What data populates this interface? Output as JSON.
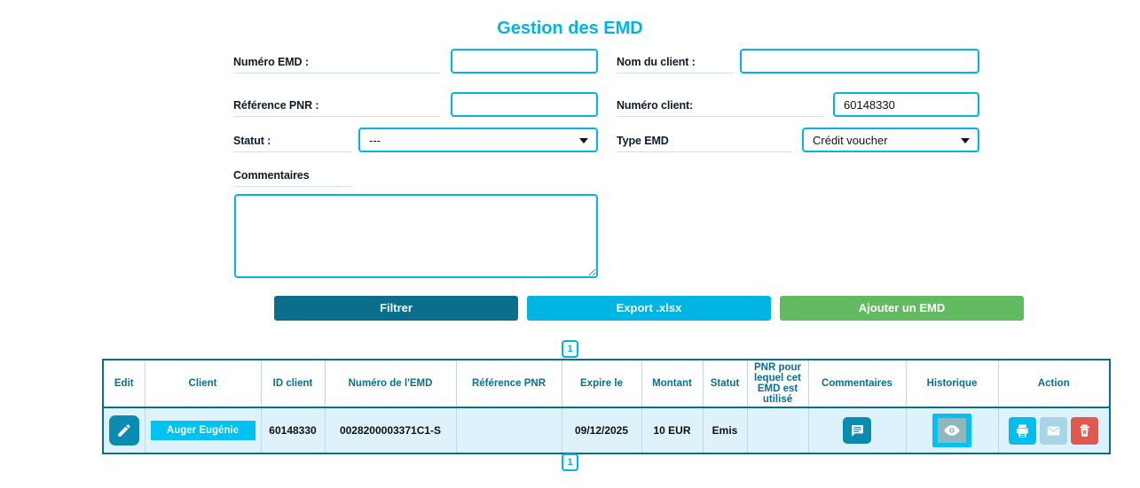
{
  "page": {
    "title": "Gestion des EMD",
    "accent_cyan": "#00b5e2",
    "accent_teal": "#0a6e8c",
    "accent_green": "#62bb61",
    "accent_red": "#e0584f",
    "row_bg": "#ddf2fa"
  },
  "form": {
    "numero_emd": {
      "label": "Numéro EMD :",
      "value": "",
      "placeholder": ""
    },
    "nom_client": {
      "label": "Nom du client :",
      "value": "",
      "placeholder": ""
    },
    "reference_pnr": {
      "label": "Référence PNR :",
      "value": "",
      "placeholder": ""
    },
    "numero_client": {
      "label": "Numéro client:",
      "value": "60148330",
      "placeholder": ""
    },
    "statut": {
      "label": "Statut :",
      "selected": "---",
      "options": [
        "---"
      ]
    },
    "type_emd": {
      "label": "Type EMD",
      "selected": "Crédit voucher",
      "options": [
        "Crédit voucher"
      ]
    },
    "commentaires": {
      "label": "Commentaires",
      "value": "",
      "placeholder": ""
    }
  },
  "buttons": {
    "filtrer": "Filtrer",
    "export": "Export .xlsx",
    "ajouter": "Ajouter un EMD"
  },
  "pagination": {
    "top_page": "1",
    "bottom_page": "1"
  },
  "table": {
    "headers": [
      "Edit",
      "Client",
      "ID client",
      "Numéro de l'EMD",
      "Référence PNR",
      "Expire le",
      "Montant",
      "Statut",
      "PNR pour lequel cet EMD est utilisé",
      "Commentaires",
      "Historique",
      "Action"
    ],
    "rows": [
      {
        "edit": "edit-pencil-icon",
        "client": "Auger Eugénie",
        "id_client": "60148330",
        "numero_emd": "0028200003371C1-S",
        "reference_pnr": "",
        "expire_le": "09/12/2025",
        "montant": "10 EUR",
        "statut": "Emis",
        "pnr_utilise": "",
        "commentaires": "comment-icon",
        "historique": "eye-icon",
        "actions": [
          "print-icon",
          "mail-icon",
          "delete-icon"
        ]
      }
    ]
  }
}
